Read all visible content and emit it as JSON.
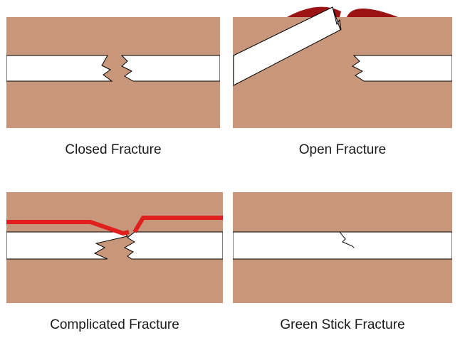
{
  "colors": {
    "skin": "#c8967a",
    "bone": "#ffffff",
    "outline": "#000000",
    "blood": "#9b1313",
    "vessel": "#e0201e"
  },
  "panels": [
    {
      "key": "closed",
      "caption": "Closed Fracture"
    },
    {
      "key": "open",
      "caption": "Open Fracture"
    },
    {
      "key": "complicated",
      "caption": "Complicated Fracture"
    },
    {
      "key": "greenstick",
      "caption": "Green Stick Fracture"
    }
  ]
}
